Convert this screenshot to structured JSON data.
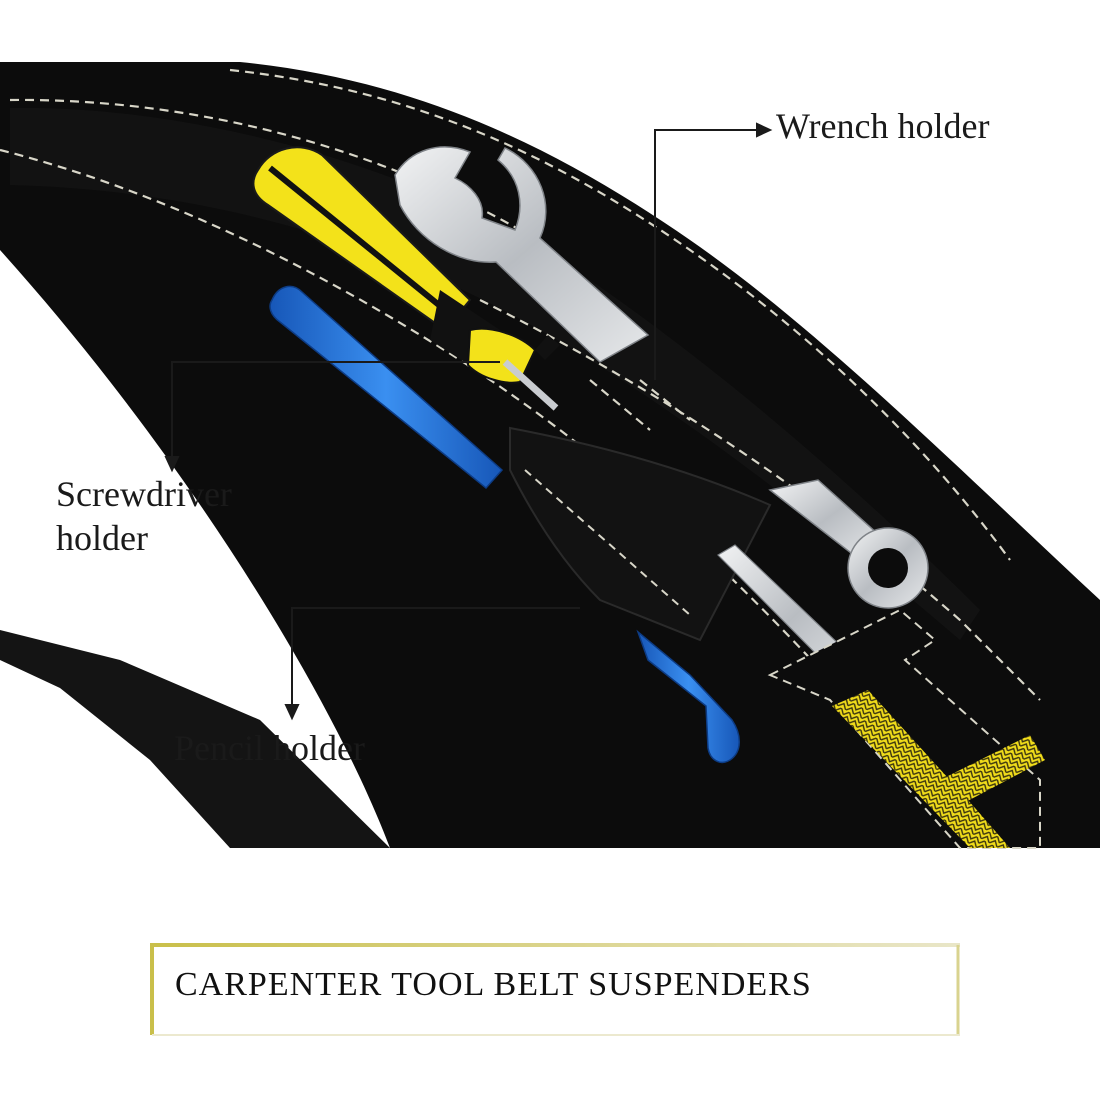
{
  "callouts": {
    "wrench": "Wrench holder",
    "screwdriver_line1": "Screwdriver",
    "screwdriver_line2": "holder",
    "pencil": "Pencil holder"
  },
  "title": "CARPENTER TOOL BELT SUSPENDERS",
  "colors": {
    "belt": "#0e0e0e",
    "stitch": "#d8d6c8",
    "accent_yellow": "#f2e21a",
    "pencil_blue": "#1f6fd6",
    "steel": "#c9ccd0",
    "frame_gold": "#c9bf4a"
  }
}
